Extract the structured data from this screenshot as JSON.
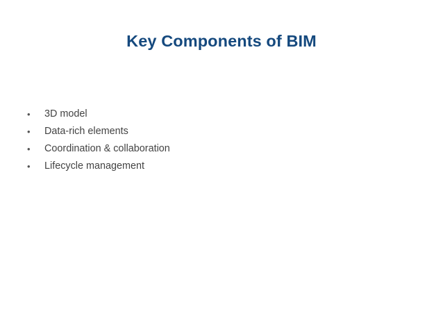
{
  "slide": {
    "title": "Key Components of BIM",
    "title_color": "#15497E",
    "background_color": "#FFFFFF",
    "body_text_color": "#434343",
    "bullet_marker": "•",
    "bullets": [
      {
        "text": "3D model"
      },
      {
        "text": "Data-rich elements"
      },
      {
        "text": "Coordination & collaboration"
      },
      {
        "text": "Lifecycle management"
      }
    ]
  }
}
